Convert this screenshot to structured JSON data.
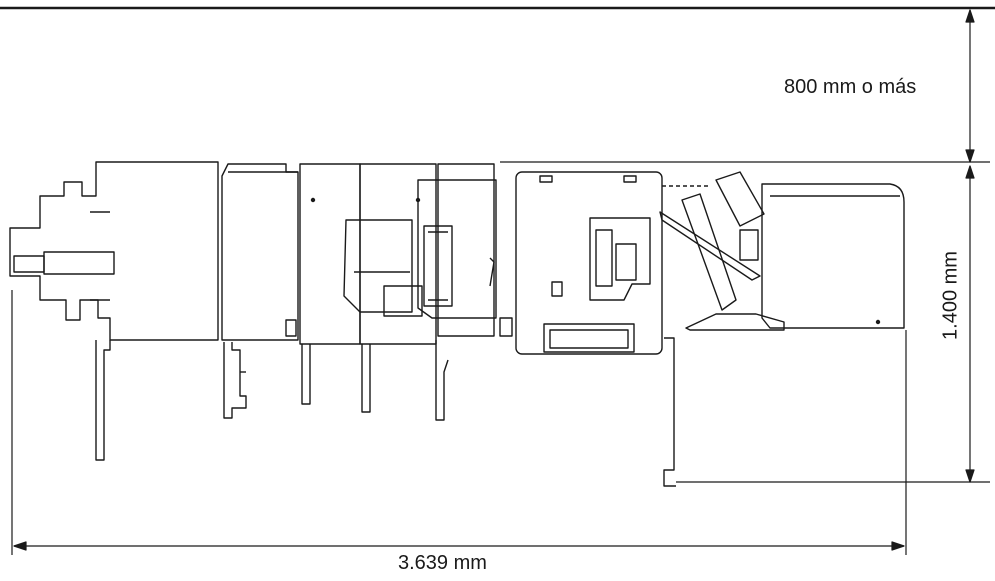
{
  "dimensions": {
    "clearance_label": "800 mm o más",
    "depth_label": "1.400 mm",
    "width_label": "3.639 mm"
  },
  "colors": {
    "line": "#1a1a1a",
    "fill": "#ffffff"
  }
}
